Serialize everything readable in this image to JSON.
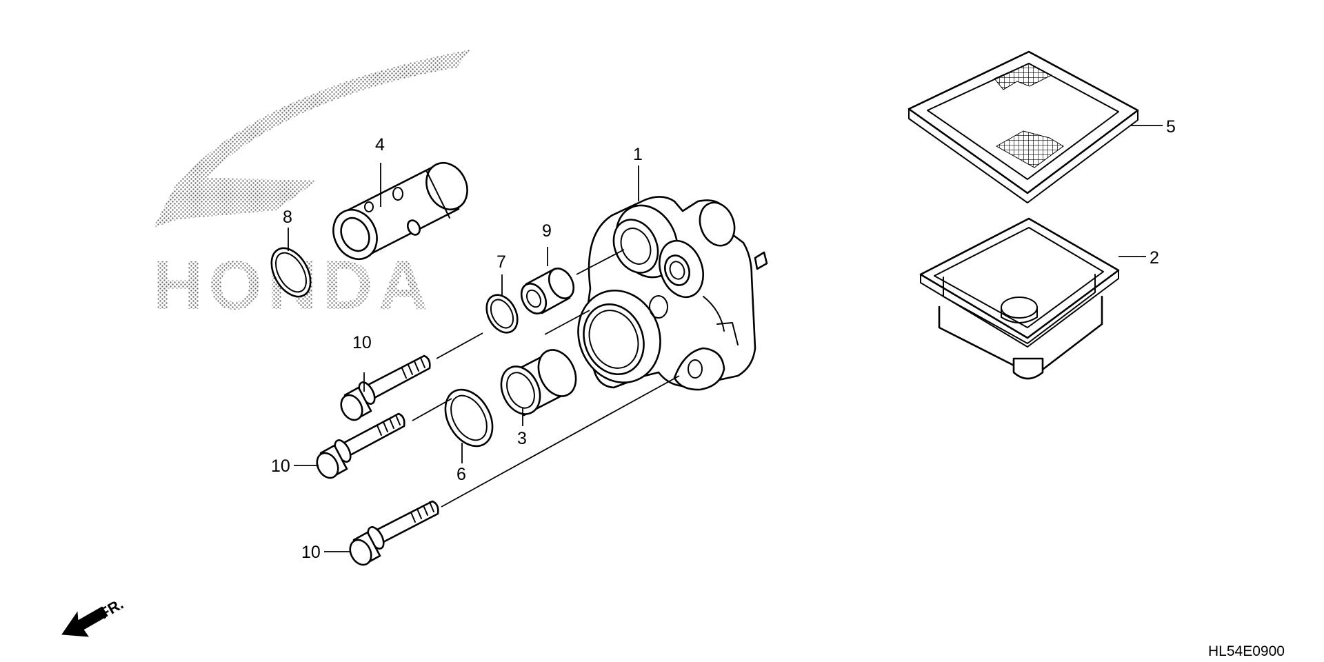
{
  "watermark": {
    "brand": "HONDA"
  },
  "callouts": {
    "p1": "1",
    "p2": "2",
    "p3": "3",
    "p4": "4",
    "p5": "5",
    "p6": "6",
    "p7": "7",
    "p8": "8",
    "p9": "9",
    "p10a": "10",
    "p10b": "10",
    "p10c": "10"
  },
  "front_indicator": {
    "label": "FR."
  },
  "diagram_code": "HL54E0900",
  "icons": {
    "front": "front-arrow-icon"
  }
}
